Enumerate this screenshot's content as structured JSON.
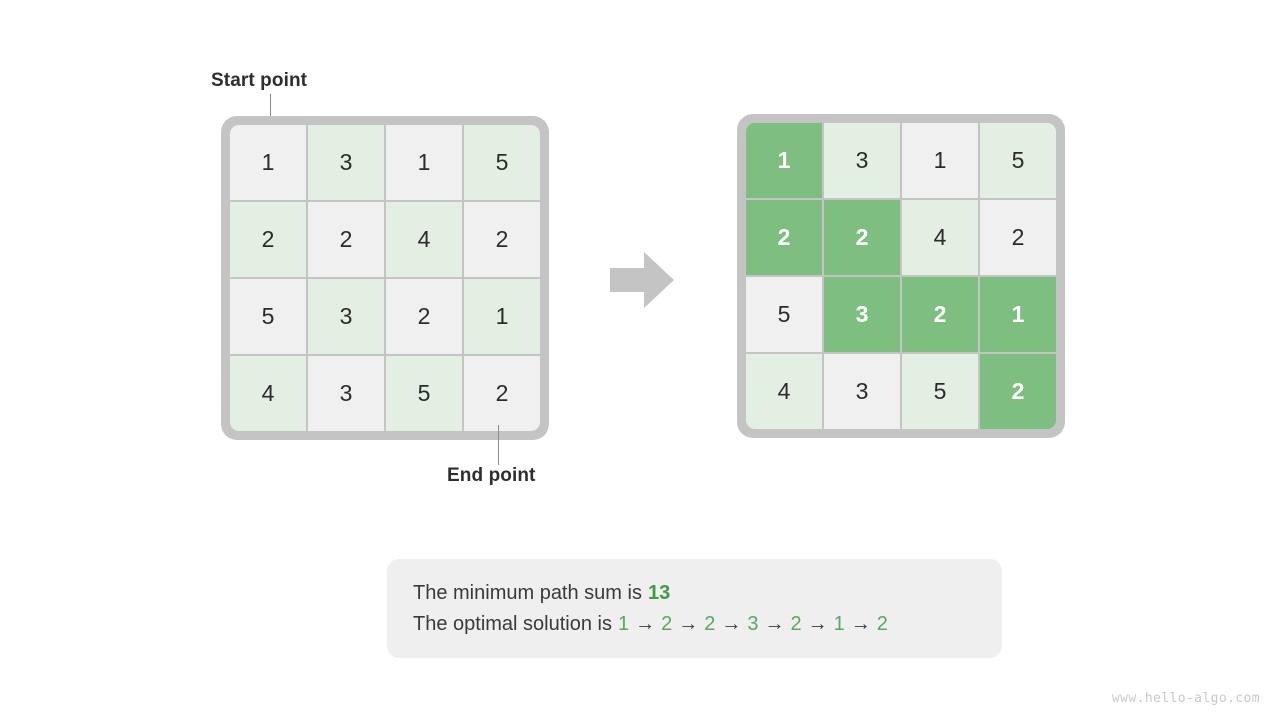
{
  "labels": {
    "start": "Start point",
    "end": "End point"
  },
  "grids": [
    {
      "name": "input-grid",
      "rows": [
        [
          {
            "value": "1",
            "highlight": false,
            "tint": false
          },
          {
            "value": "3",
            "highlight": false,
            "tint": true
          },
          {
            "value": "1",
            "highlight": false,
            "tint": false
          },
          {
            "value": "5",
            "highlight": false,
            "tint": true
          }
        ],
        [
          {
            "value": "2",
            "highlight": false,
            "tint": true
          },
          {
            "value": "2",
            "highlight": false,
            "tint": false
          },
          {
            "value": "4",
            "highlight": false,
            "tint": true
          },
          {
            "value": "2",
            "highlight": false,
            "tint": false
          }
        ],
        [
          {
            "value": "5",
            "highlight": false,
            "tint": false
          },
          {
            "value": "3",
            "highlight": false,
            "tint": true
          },
          {
            "value": "2",
            "highlight": false,
            "tint": false
          },
          {
            "value": "1",
            "highlight": false,
            "tint": true
          }
        ],
        [
          {
            "value": "4",
            "highlight": false,
            "tint": true
          },
          {
            "value": "3",
            "highlight": false,
            "tint": false
          },
          {
            "value": "5",
            "highlight": false,
            "tint": true
          },
          {
            "value": "2",
            "highlight": false,
            "tint": false
          }
        ]
      ]
    },
    {
      "name": "solution-grid",
      "rows": [
        [
          {
            "value": "1",
            "highlight": true,
            "tint": false
          },
          {
            "value": "3",
            "highlight": false,
            "tint": true
          },
          {
            "value": "1",
            "highlight": false,
            "tint": false
          },
          {
            "value": "5",
            "highlight": false,
            "tint": true
          }
        ],
        [
          {
            "value": "2",
            "highlight": true,
            "tint": true
          },
          {
            "value": "2",
            "highlight": true,
            "tint": false
          },
          {
            "value": "4",
            "highlight": false,
            "tint": true
          },
          {
            "value": "2",
            "highlight": false,
            "tint": false
          }
        ],
        [
          {
            "value": "5",
            "highlight": false,
            "tint": false
          },
          {
            "value": "3",
            "highlight": true,
            "tint": true
          },
          {
            "value": "2",
            "highlight": true,
            "tint": false
          },
          {
            "value": "1",
            "highlight": true,
            "tint": true
          }
        ],
        [
          {
            "value": "4",
            "highlight": false,
            "tint": true
          },
          {
            "value": "3",
            "highlight": false,
            "tint": false
          },
          {
            "value": "5",
            "highlight": false,
            "tint": true
          },
          {
            "value": "2",
            "highlight": true,
            "tint": false
          }
        ]
      ]
    }
  ],
  "arrow": {
    "icon": "right-arrow-icon",
    "color": "#c4c4c4"
  },
  "result": {
    "sum_label": "The minimum path sum is",
    "sum_value": "13",
    "solution_label": "The optimal solution is",
    "path": [
      "1",
      "2",
      "2",
      "3",
      "2",
      "1",
      "2"
    ],
    "path_separator": "→"
  },
  "watermark": "www.hello-algo.com",
  "colors": {
    "highlight": "#7ebe80",
    "tint": "#e4efe4",
    "cell": "#f0f0f0",
    "frame": "#c4c4c4",
    "accent_text": "#3e9c47",
    "path_text": "#5aa85f"
  }
}
